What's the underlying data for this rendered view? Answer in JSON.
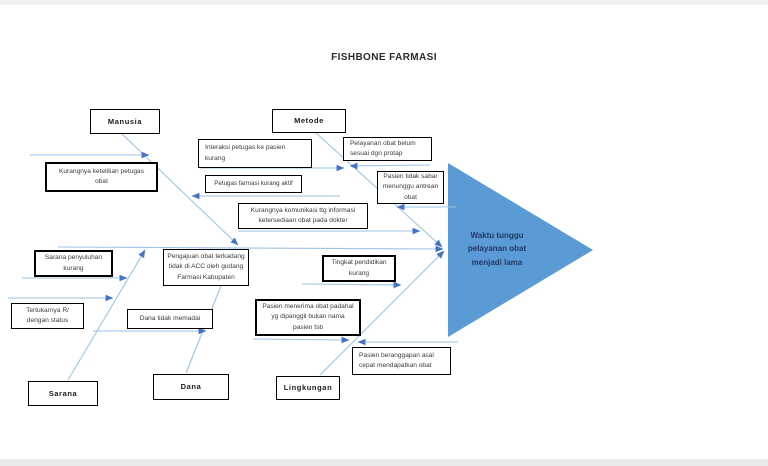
{
  "page": {
    "title": "FISHBONE FARMASI"
  },
  "effect": {
    "label": "Waktu tunggu pelayanan obat menjadi lama"
  },
  "colors": {
    "line": "#9DC3E6",
    "arrowhead": "#4472C4",
    "effect_fill": "#5B9BD5",
    "effect_text": "#1F3864",
    "box_border": "#000000"
  },
  "categories": [
    {
      "label": "Manusia"
    },
    {
      "label": "Metode"
    },
    {
      "label": "Sarana"
    },
    {
      "label": "Dana"
    },
    {
      "label": "Lingkungan"
    }
  ],
  "causes": [
    {
      "label": "Kurangnya ketelitian petugas obat",
      "category": "Manusia"
    },
    {
      "label": "Petugas farmasi kurang aktif",
      "category": "Manusia"
    },
    {
      "label": "Interaksi petugas ke pasien kurang",
      "category": "Metode"
    },
    {
      "label": "Pelayanan obat belum sesuai dgn protap",
      "category": "Metode"
    },
    {
      "label": "Pasien tidak sabar menunggu antrean obat",
      "category": "Metode"
    },
    {
      "label": "Kurangnya komunikasi ttg informasi ketersediaan obat pada dokter",
      "category": "Metode"
    },
    {
      "label": "Sarana penyuluhan kurang",
      "category": "Sarana"
    },
    {
      "label": "Tertukarnya R/ dengan status",
      "category": "Sarana"
    },
    {
      "label": "Pengajuan obat terkadang tidak di ACC oleh gudang Farmasi Kabupaten",
      "category": "Dana"
    },
    {
      "label": "Dana tidak memadai",
      "category": "Dana"
    },
    {
      "label": "Tingkat pendidikan kurang",
      "category": "Lingkungan"
    },
    {
      "label": "Pasien menerima obat padahal yg dipanggil bukan nama pasien tsb",
      "category": "Lingkungan"
    },
    {
      "label": "Pasien beranggapan asal cepat mendapatkan obat",
      "category": "Lingkungan"
    }
  ]
}
